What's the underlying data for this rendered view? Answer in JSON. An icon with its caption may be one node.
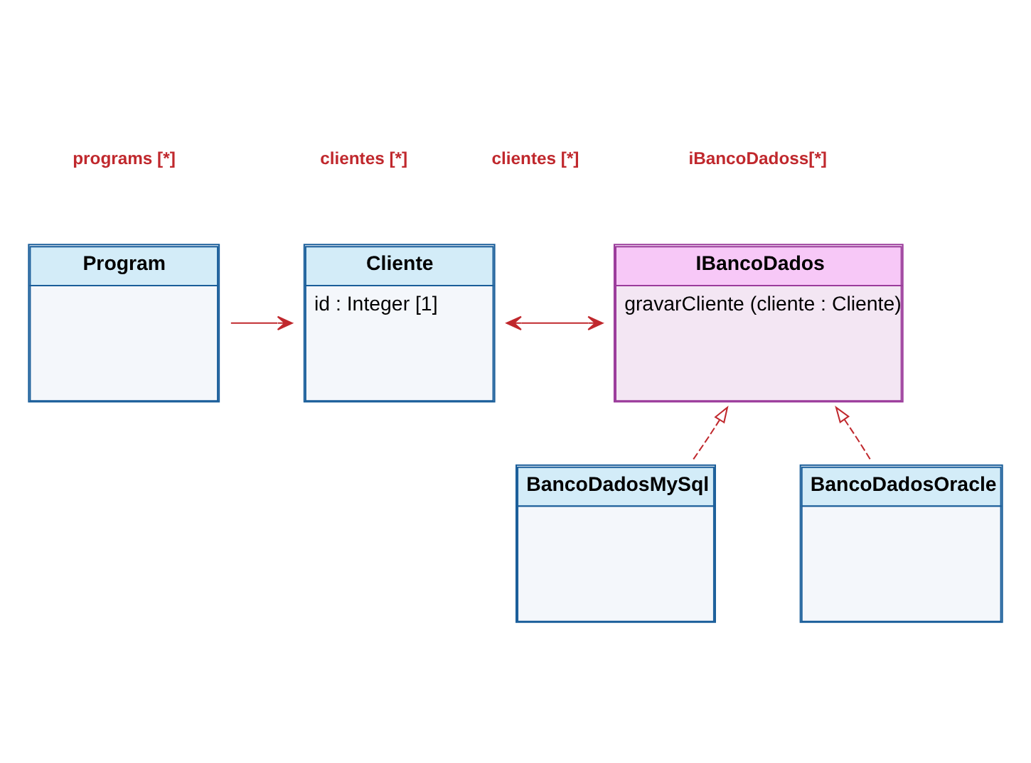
{
  "diagram": {
    "nodes": [
      {
        "text": [
          "Program"
        ]
      },
      {
        "text": [
          "Cliente",
          "id : Integer [1]"
        ]
      },
      {
        "text": [
          "IBancoDados",
          "gravarCliente (cliente : Cliente)"
        ]
      },
      {
        "text": [
          "BancoDadosMySql"
        ]
      },
      {
        "text": [
          "BancoDadosOracle"
        ]
      }
    ],
    "edges": [
      {
        "from": 0,
        "to": 1,
        "arrow": "to"
      },
      {
        "from": 1,
        "to": 2,
        "arrow": "both"
      },
      {
        "from": 3,
        "to": 2,
        "arrow": "to",
        "style": "dashed"
      },
      {
        "from": 4,
        "to": 2,
        "arrow": "to",
        "style": "dashed"
      }
    ],
    "labels": [
      "programs [*]",
      "clientes [*]",
      "clientes [*]",
      "iBancoDadoss[*]"
    ]
  }
}
